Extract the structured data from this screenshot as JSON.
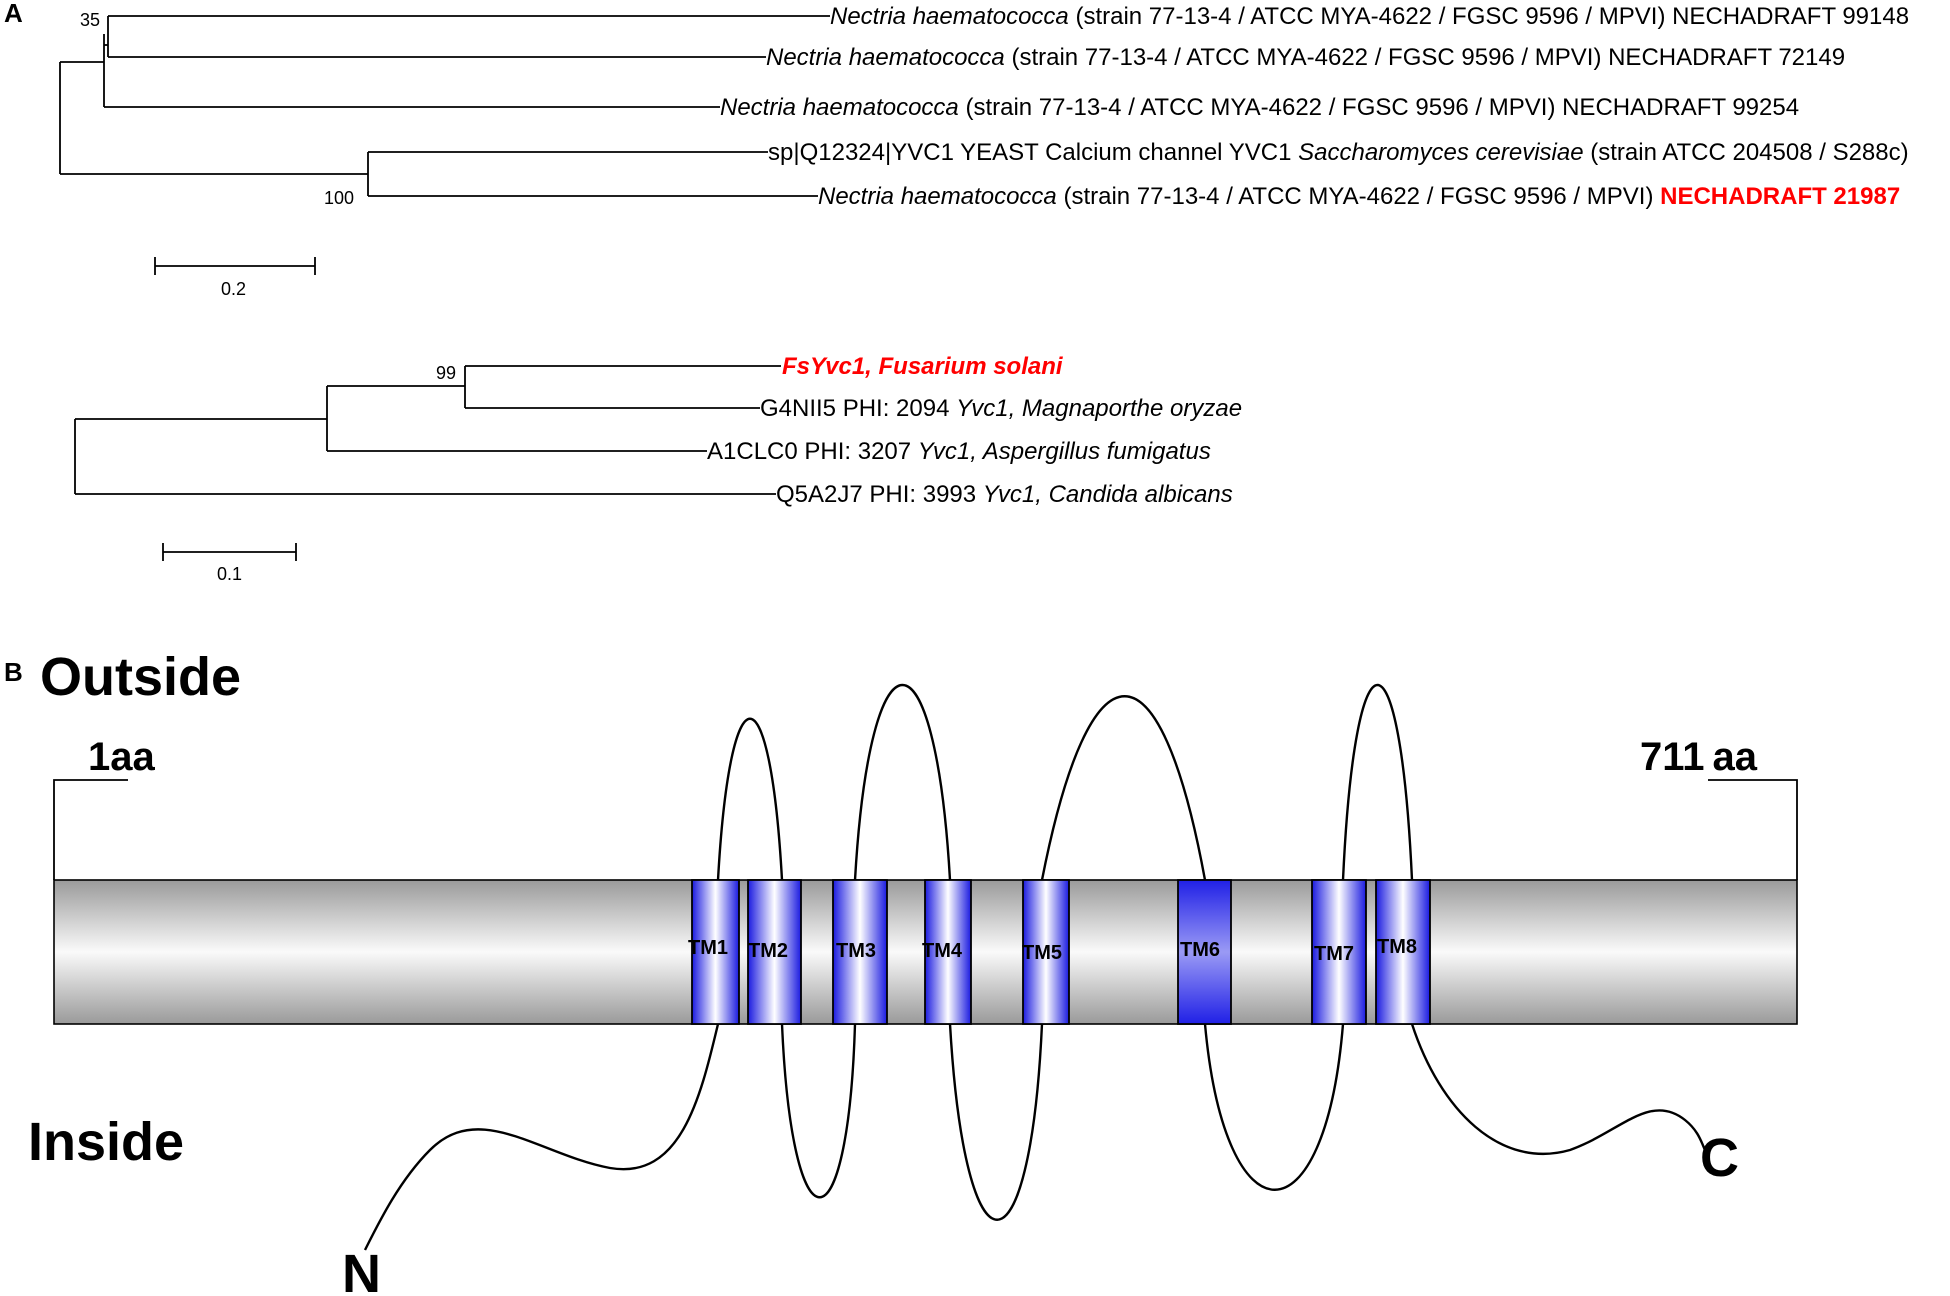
{
  "panel_a": {
    "label": "A",
    "tree1": {
      "taxa": [
        {
          "italic": "Nectria haematococca",
          "rest": " (strain 77-13-4 / ATCC MYA-4622 / FGSC 9596 / MPVI) NECHADRAFT 99148"
        },
        {
          "italic": "Nectria haematococca",
          "rest": " (strain 77-13-4 / ATCC MYA-4622 / FGSC 9596 / MPVI) NECHADRAFT 72149"
        },
        {
          "italic": "Nectria haematococca",
          "rest": " (strain 77-13-4 / ATCC MYA-4622 / FGSC 9596 / MPVI) NECHADRAFT 99254"
        },
        {
          "pre": "sp|Q12324|YVC1 YEAST Calcium channel YVC1 ",
          "italic": "Saccharomyces cerevisiae",
          "rest": " (strain ATCC 204508 / S288c)"
        },
        {
          "italic": "Nectria haematococca",
          "rest": " (strain 77-13-4 / ATCC MYA-4622 / FGSC 9596 / MPVI) ",
          "highlight": "NECHADRAFT 21987"
        }
      ],
      "support": {
        "node_35": "35",
        "node_100": "100"
      },
      "scale": "0.2"
    },
    "tree2": {
      "taxa": [
        {
          "highlight_italic": "FsYvc1, Fusarium solani"
        },
        {
          "pre": "G4NII5 PHI: 2094 ",
          "italic": "Yvc1, Magnaporthe oryzae"
        },
        {
          "pre": "A1CLC0 PHI: 3207 ",
          "italic": "Yvc1, Aspergillus fumigatus"
        },
        {
          "pre": "Q5A2J7 PHI: 3993 ",
          "italic": "Yvc1, Candida albicans"
        }
      ],
      "support": {
        "node_99": "99"
      },
      "scale": "0.1"
    }
  },
  "panel_b": {
    "label": "B",
    "outside": "Outside",
    "inside": "Inside",
    "start_aa": "1aa",
    "end_aa_num": "711",
    "end_aa_unit": "aa",
    "n_term": "N",
    "c_term": "C",
    "tm_segments": [
      "TM1",
      "TM2",
      "TM3",
      "TM4",
      "TM5",
      "TM6",
      "TM7",
      "TM8"
    ]
  },
  "colors": {
    "highlight": "#ff0000",
    "tm_blue": "#2323e6",
    "membrane": "#d4d4d4"
  }
}
